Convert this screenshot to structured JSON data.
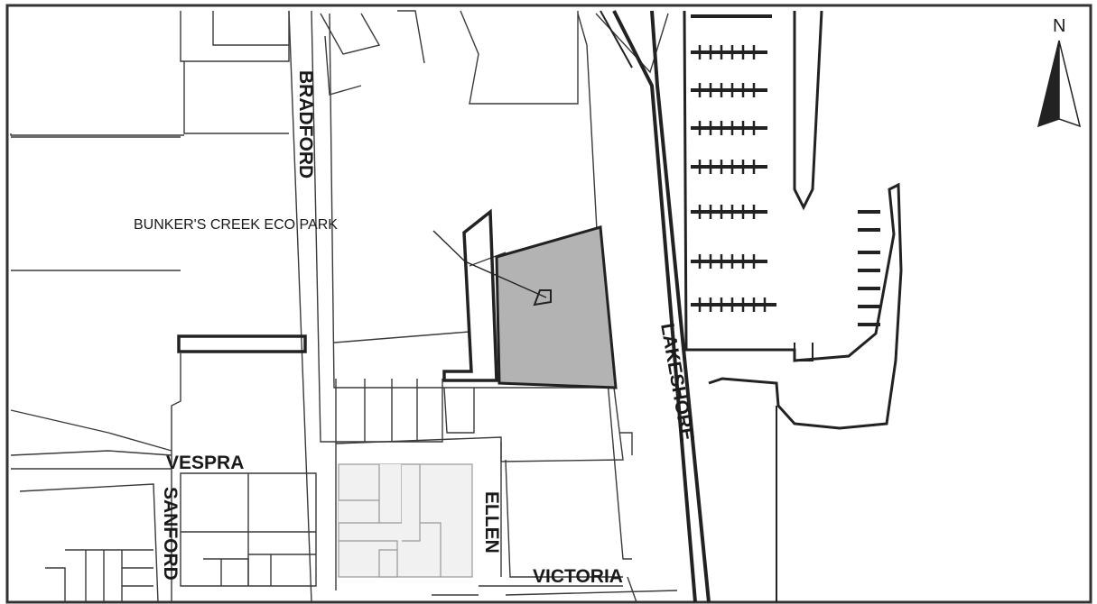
{
  "map": {
    "north_label": "N",
    "callout": "BUNKER'S CREEK ECO PARK",
    "streets": {
      "bradford": "BRADFORD",
      "lakeshore": "LAKESHORE",
      "vespra": "VESPRA",
      "sanford": "SANFORD",
      "ellen": "ELLEN",
      "victoria": "VICTORIA"
    },
    "colors": {
      "park_fill": "#b3b3b3",
      "line": "#222222",
      "background": "#ffffff"
    }
  }
}
